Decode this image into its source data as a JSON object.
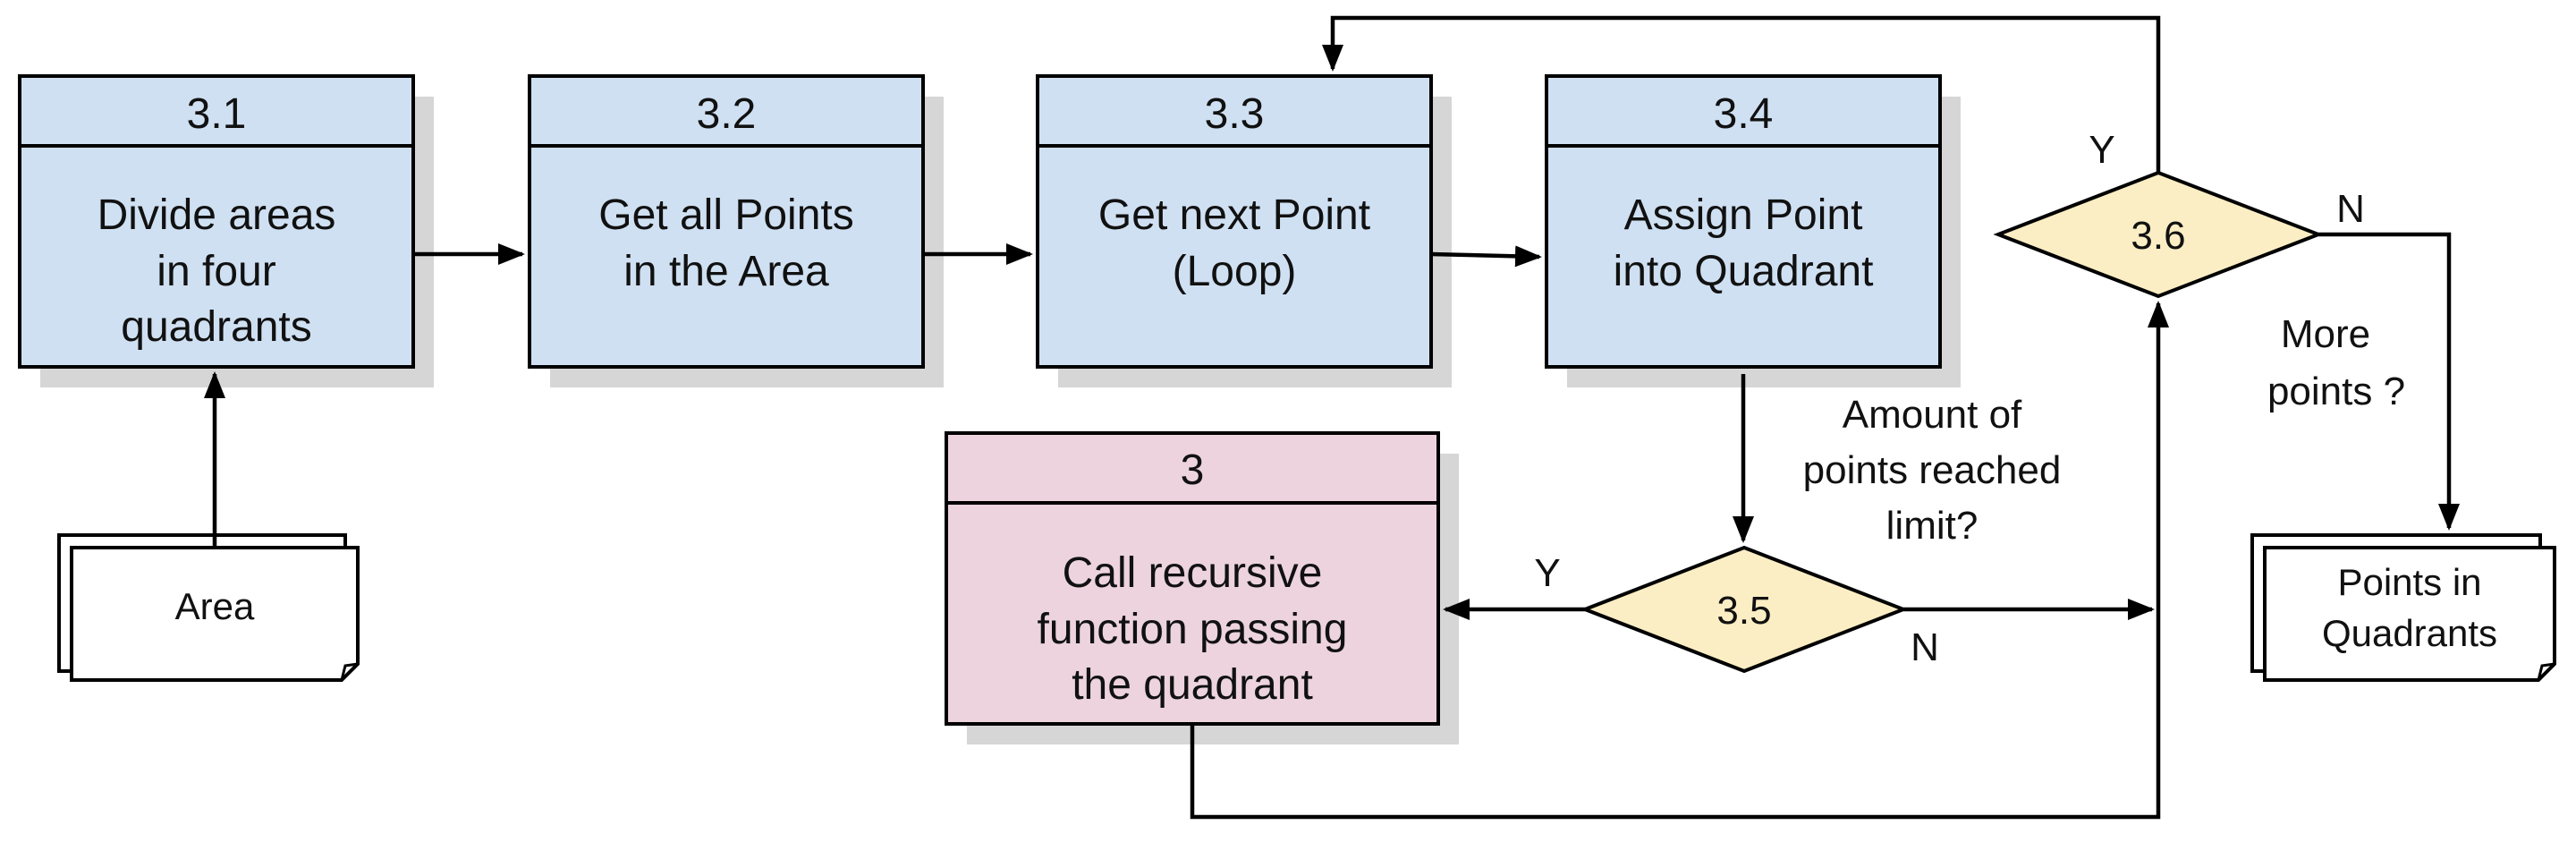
{
  "colors": {
    "process_fill": "#cfe0f2",
    "recursive_fill": "#ecd3de",
    "decision_fill": "#fbeec4",
    "shadow": "#d6d6d6",
    "stroke": "#000000"
  },
  "processes": {
    "p31": {
      "id": "3.1",
      "lines": [
        "Divide areas",
        "in four",
        "quadrants"
      ]
    },
    "p32": {
      "id": "3.2",
      "lines": [
        "Get all Points",
        "in the Area"
      ]
    },
    "p33": {
      "id": "3.3",
      "lines": [
        "Get next Point",
        "(Loop)"
      ]
    },
    "p34": {
      "id": "3.4",
      "lines": [
        "Assign Point",
        "into Quadrant"
      ]
    },
    "p3": {
      "id": "3",
      "lines": [
        "Call recursive",
        "function passing",
        "the quadrant"
      ]
    }
  },
  "decisions": {
    "d35": {
      "id": "3.5",
      "question": [
        "Amount of",
        "points reached",
        "limit?"
      ],
      "yes": "Y",
      "no": "N"
    },
    "d36": {
      "id": "3.6",
      "question": [
        "More",
        "points ?"
      ],
      "yes": "Y",
      "no": "N"
    }
  },
  "documents": {
    "area": {
      "lines": [
        "Area"
      ]
    },
    "points": {
      "lines": [
        "Points in",
        "Quadrants"
      ]
    }
  }
}
